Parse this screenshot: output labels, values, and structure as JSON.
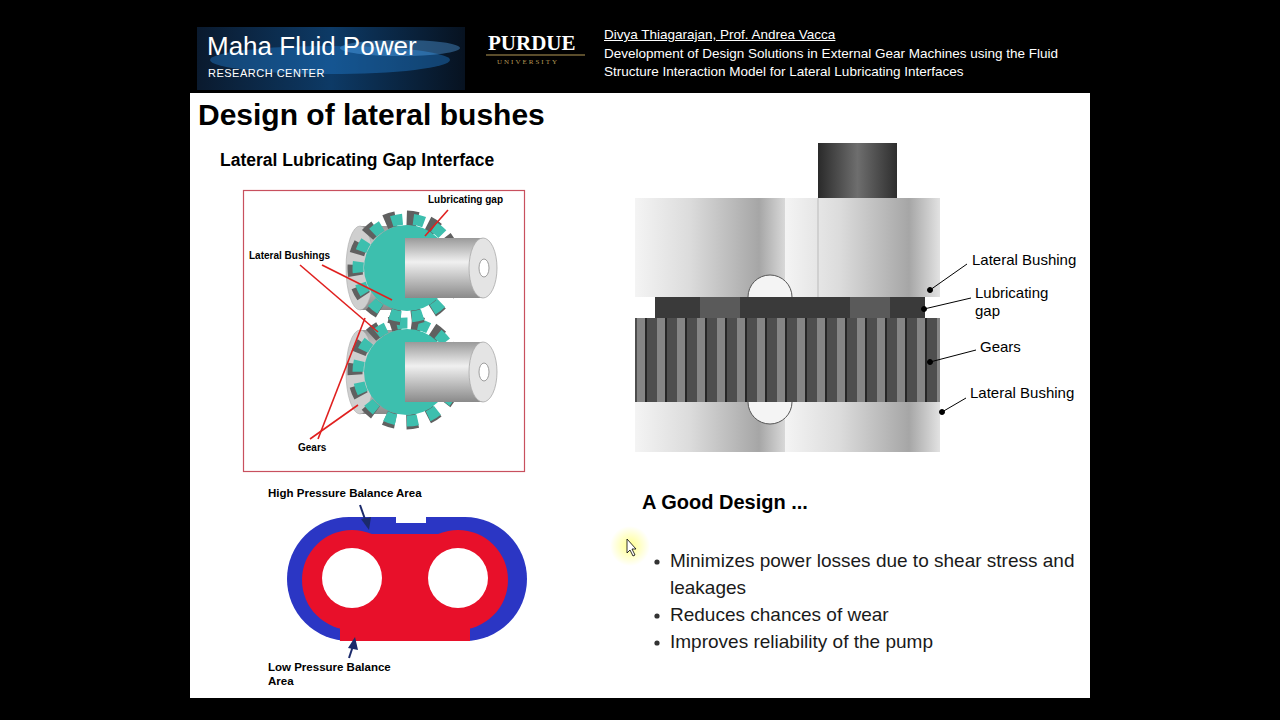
{
  "diagram": {
    "title": "Design of lateral bushes",
    "labels": [
      "Maha Fluid Power",
      "RESEARCH CENTER",
      "PURDUE",
      "UNIVERSITY",
      "Divya Thiagarajan, Prof. Andrea Vacca",
      "Development of Design Solutions in External Gear Machines using the Fluid Structure Interaction Model for Lateral Lubricating Interfaces",
      "Lateral Lubricating Gap Interface",
      "Lubricating gap",
      "Lateral Bushings",
      "Gears",
      "High Pressure Balance Area",
      "Low Pressure Balance Area",
      "Lateral Bushing",
      "Lubricating gap",
      "Gears",
      "Lateral Bushing",
      "A Good Design ...",
      "Minimizes power losses due to shear stress and leakages",
      "Reduces chances of wear",
      "Improves reliability of the pump"
    ]
  }
}
